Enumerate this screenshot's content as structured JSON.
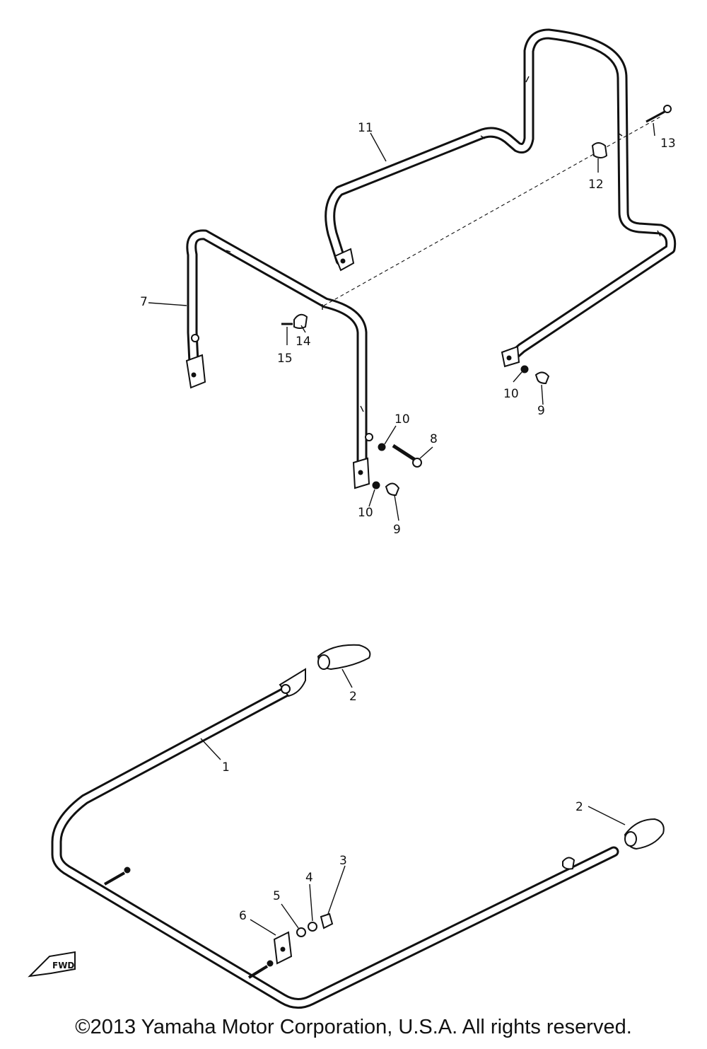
{
  "callouts": {
    "c1": "1",
    "c2a": "2",
    "c2b": "2",
    "c3": "3",
    "c4": "4",
    "c5": "5",
    "c6": "6",
    "c7": "7",
    "c8": "8",
    "c9a": "9",
    "c9b": "9",
    "c10a": "10",
    "c10b": "10",
    "c10c": "10",
    "c11": "11",
    "c12": "12",
    "c13": "13",
    "c14": "14",
    "c15": "15"
  },
  "front_marker": "FWD",
  "footer": {
    "copyright": "©2013 Yamaha Motor Corporation, U.S.A. All rights reserved."
  }
}
